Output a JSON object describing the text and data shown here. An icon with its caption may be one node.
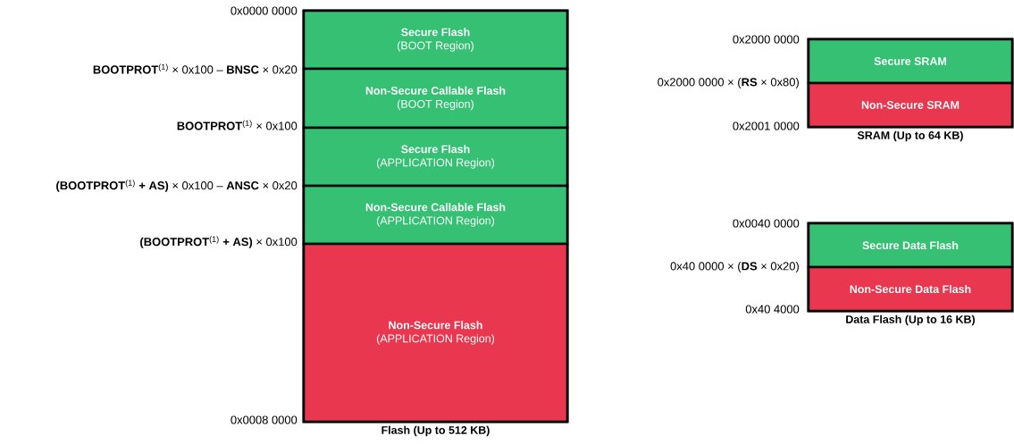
{
  "diagram": {
    "nodes": [
      {
        "text": [
          "Flash (Up to 512 KB)"
        ]
      },
      {
        "text": [
          "Secure Flash",
          "(BOOT Region)"
        ],
        "in": 0
      },
      {
        "text": [
          "Non-Secure Callable Flash",
          "(BOOT Region)"
        ],
        "in": 0
      },
      {
        "text": [
          "Secure Flash",
          "(APPLICATION Region)"
        ],
        "in": 0
      },
      {
        "text": [
          "Non-Secure Callable Flash",
          "(APPLICATION Region)"
        ],
        "in": 0
      },
      {
        "text": [
          "Non-Secure  Flash",
          "(APPLICATION Region)"
        ],
        "in": 0
      },
      {
        "text": [
          "SRAM (Up to 64 KB)"
        ]
      },
      {
        "text": [
          "Secure SRAM"
        ],
        "in": 6
      },
      {
        "text": [
          "Non-Secure SRAM"
        ],
        "in": 6
      },
      {
        "text": [
          "Data Flash (Up to 16 KB)"
        ]
      },
      {
        "text": [
          "Secure Data Flash"
        ],
        "in": 9
      },
      {
        "text": [
          "Non-Secure Data Flash"
        ],
        "in": 9
      }
    ],
    "labels": [
      "0x0000 0000",
      "**BOOTPROT**$^{(1)}$ × 0x100 – **BNSC** × 0x20",
      "**BOOTPROT**$^{(1)}$ × 0x100",
      "**(BOOTPROT**$^{(1)}$ **+ AS)** × 0x100 – **ANSC** × 0x20",
      "**(BOOTPROT**$^{(1)}$ **+ AS)** × 0x100",
      "0x0008 0000",
      "0x2000 0000",
      "0x2000 0000 × (**RS** × 0x80)",
      "0x2001 0000",
      "0x0040 0000",
      "0x40 0000 × (**DS** × 0x20)",
      "0x40 4000"
    ]
  }
}
